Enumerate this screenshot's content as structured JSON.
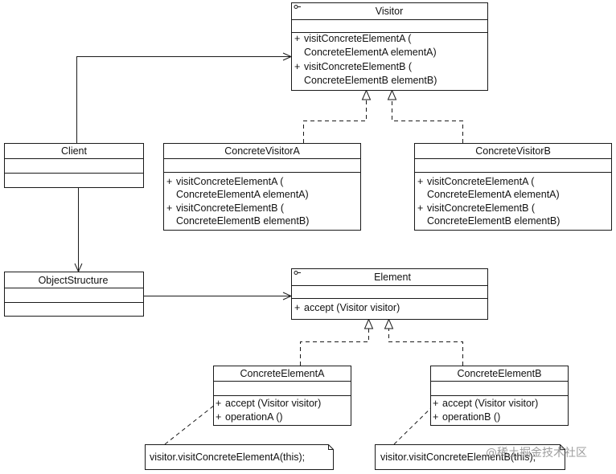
{
  "classes": {
    "visitor": {
      "name": "Visitor",
      "operations": [
        {
          "vis": "+",
          "lines": [
            "visitConcreteElementA (",
            "ConcreteElementA elementA)"
          ]
        },
        {
          "vis": "+",
          "lines": [
            "visitConcreteElementB (",
            "ConcreteElementB elementB)"
          ]
        }
      ]
    },
    "client": {
      "name": "Client"
    },
    "concrete_visitor_a": {
      "name": "ConcreteVisitorA",
      "operations": [
        {
          "vis": "+",
          "lines": [
            "visitConcreteElementA (",
            "ConcreteElementA elementA)"
          ]
        },
        {
          "vis": "+",
          "lines": [
            "visitConcreteElementB (",
            "ConcreteElementB elementB)"
          ]
        }
      ]
    },
    "concrete_visitor_b": {
      "name": "ConcreteVisitorB",
      "operations": [
        {
          "vis": "+",
          "lines": [
            "visitConcreteElementA (",
            "ConcreteElementA elementA)"
          ]
        },
        {
          "vis": "+",
          "lines": [
            "visitConcreteElementB (",
            "ConcreteElementB elementB)"
          ]
        }
      ]
    },
    "object_structure": {
      "name": "ObjectStructure"
    },
    "element": {
      "name": "Element",
      "operations": [
        {
          "vis": "+",
          "lines": [
            "accept (Visitor visitor)"
          ]
        }
      ]
    },
    "concrete_element_a": {
      "name": "ConcreteElementA",
      "operations": [
        {
          "vis": "+",
          "lines": [
            "accept (Visitor visitor)"
          ]
        },
        {
          "vis": "+",
          "lines": [
            "operationA ()"
          ]
        }
      ]
    },
    "concrete_element_b": {
      "name": "ConcreteElementB",
      "operations": [
        {
          "vis": "+",
          "lines": [
            "accept (Visitor visitor)"
          ]
        },
        {
          "vis": "+",
          "lines": [
            "operationB ()"
          ]
        }
      ]
    }
  },
  "notes": {
    "note_a": "visitor.visitConcreteElementA(this);",
    "note_b": "visitor.visitConcreteElementB(this);"
  },
  "watermark": "@稀土掘金技术社区"
}
